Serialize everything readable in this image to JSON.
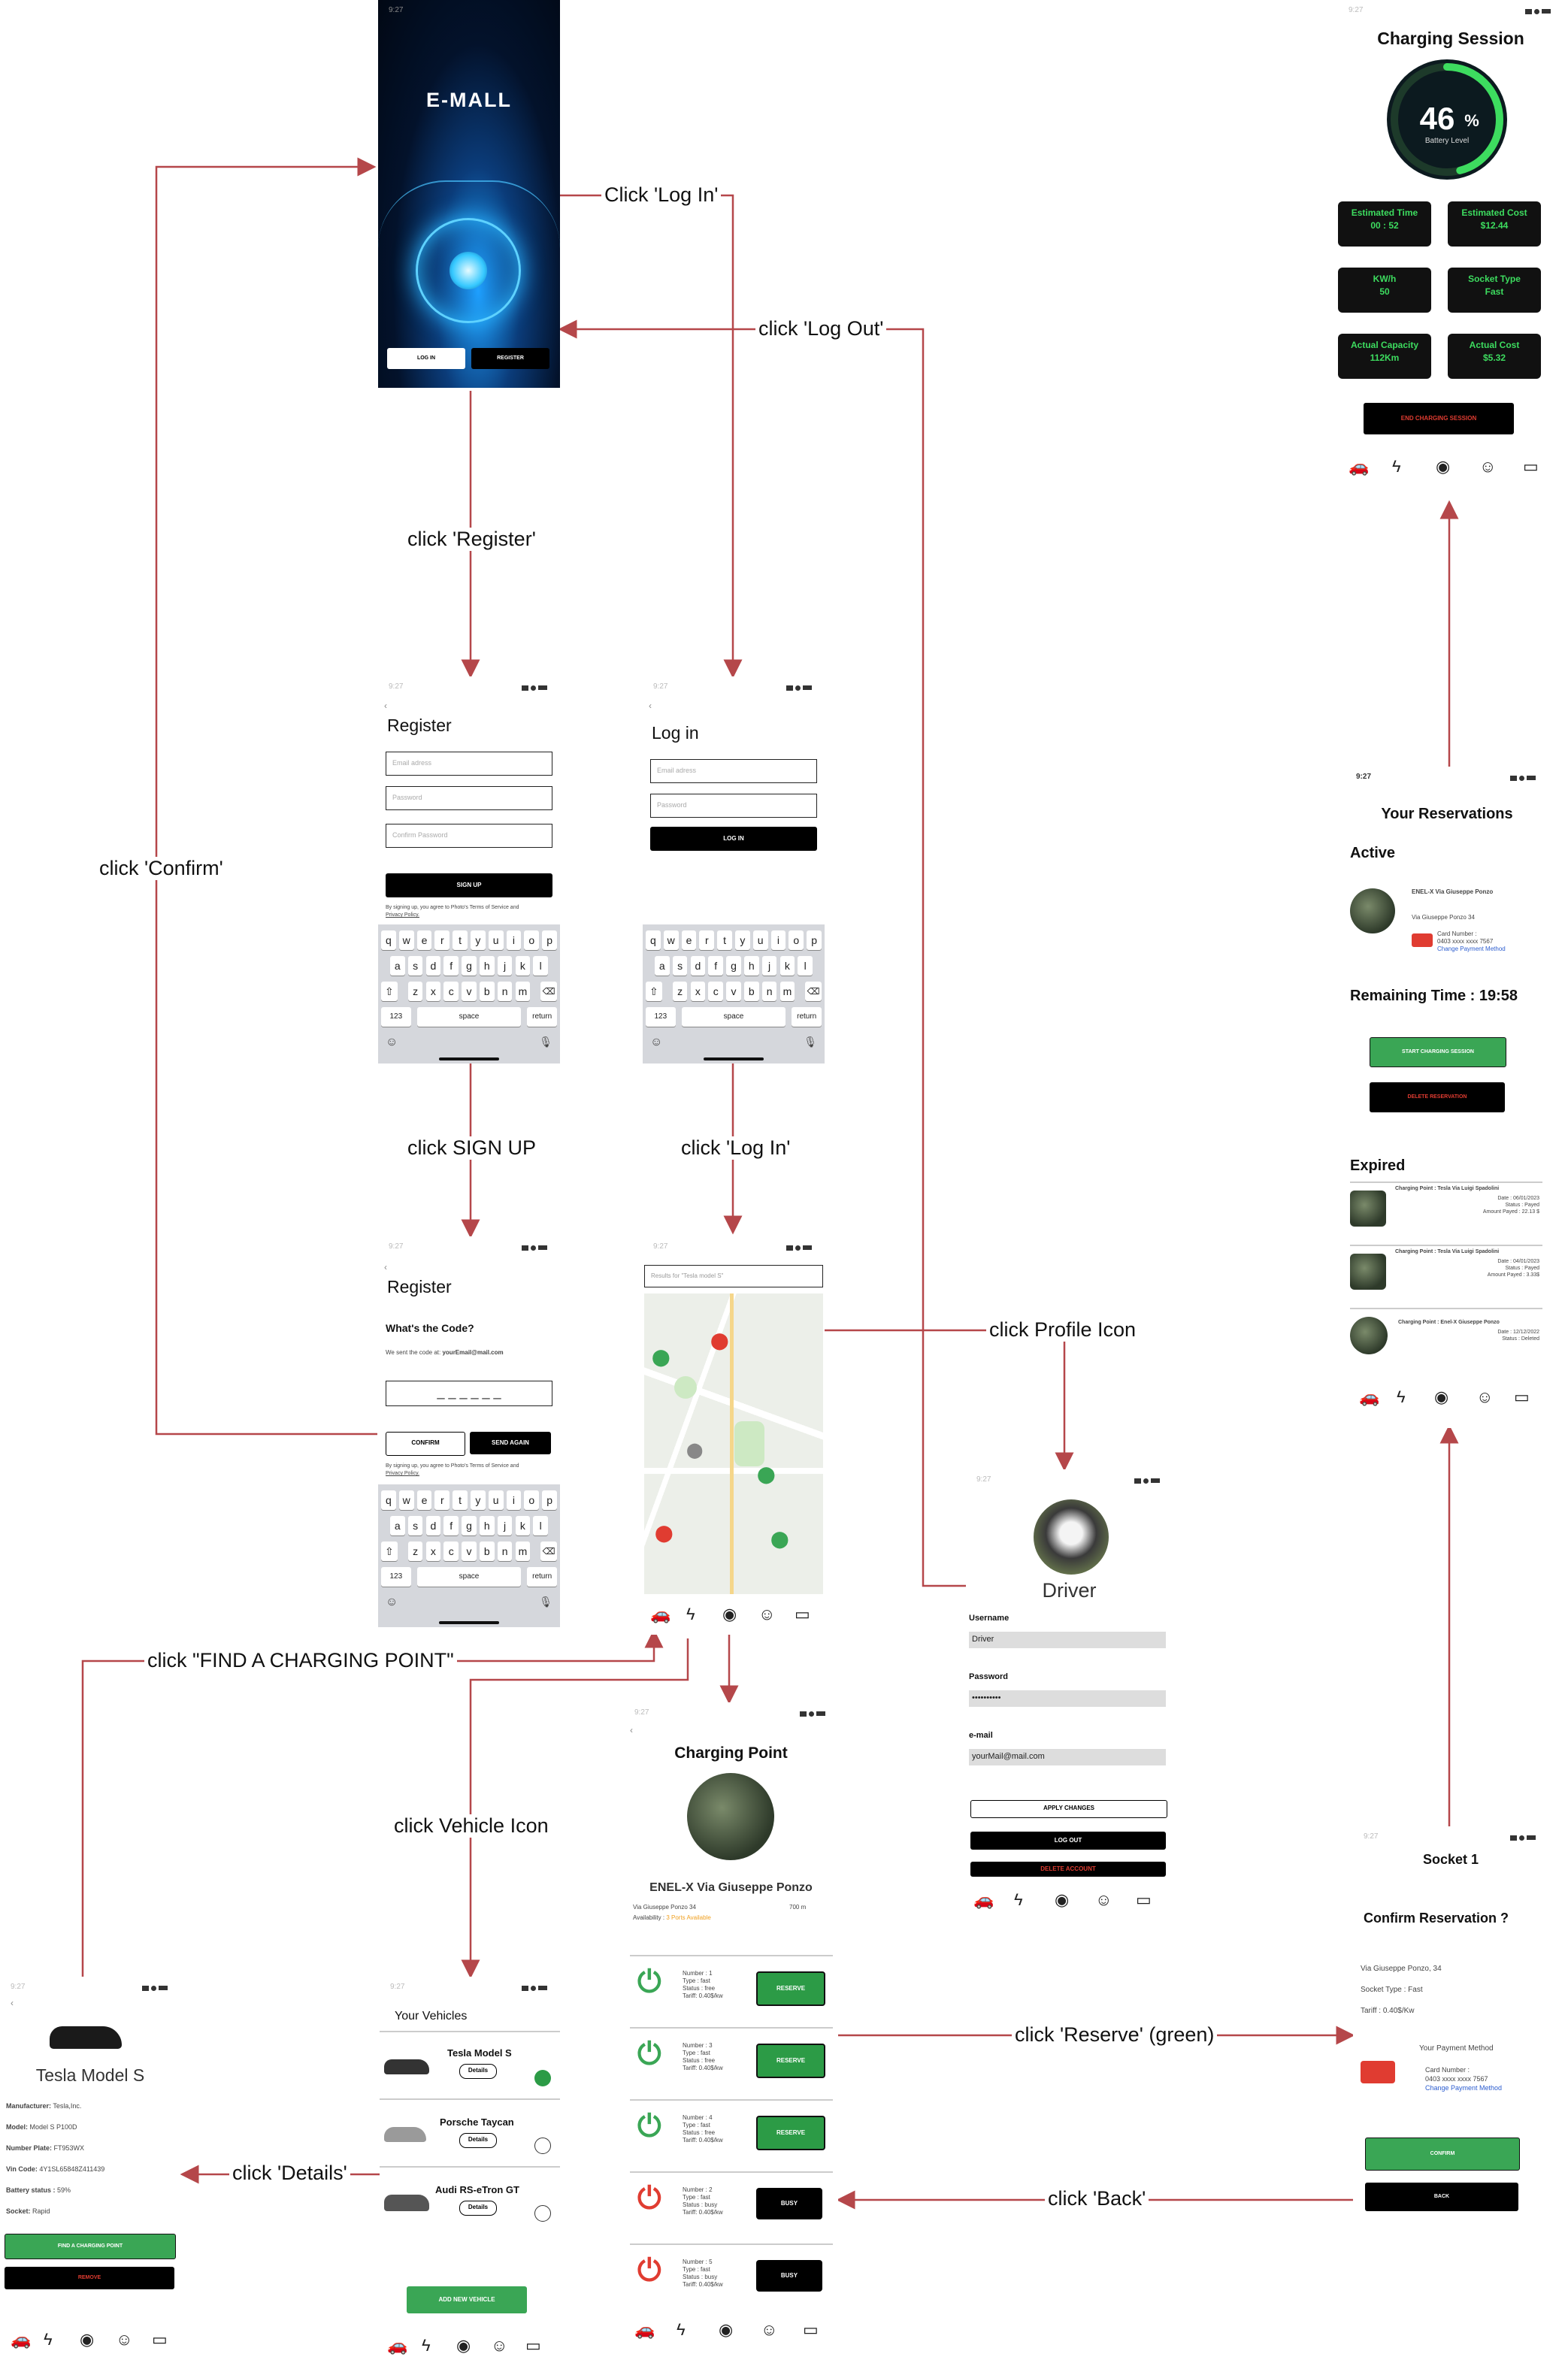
{
  "status_time": "9:27",
  "labels": {
    "click_login_top": "Click 'Log In'",
    "click_logout": "click 'Log Out'",
    "click_register": "click 'Register'",
    "click_confirm": "click 'Confirm'",
    "click_signup": "click SIGN UP",
    "click_login_mid": "click 'Log In'",
    "click_profile": "click Profile Icon",
    "click_find": "click \"FIND A CHARGING POINT\"",
    "click_vehicle": "click Vehicle Icon",
    "click_details": "click 'Details'",
    "click_reserve": "click 'Reserve' (green)",
    "click_back": "click 'Back'"
  },
  "splash": {
    "title": "E-MALL",
    "login": "LOG IN",
    "register": "REGISTER"
  },
  "register": {
    "title": "Register",
    "email_ph": "Email adress",
    "password_ph": "Password",
    "confirm_ph": "Confirm Password",
    "signup": "SIGN UP",
    "terms1": "By signing up, you agree to Photo's Terms of Service and",
    "terms2": "Privacy Policy."
  },
  "login": {
    "title": "Log in",
    "email_ph": "Email adress",
    "password_ph": "Password",
    "button": "LOG IN"
  },
  "keyboard": {
    "row1": [
      "q",
      "w",
      "e",
      "r",
      "t",
      "y",
      "u",
      "i",
      "o",
      "p"
    ],
    "row2": [
      "a",
      "s",
      "d",
      "f",
      "g",
      "h",
      "j",
      "k",
      "l"
    ],
    "row3": [
      "z",
      "x",
      "c",
      "v",
      "b",
      "n",
      "m"
    ],
    "num": "123",
    "space": "space",
    "return": "return",
    "shift": "⇧",
    "del": "⌫",
    "emoji": "☺",
    "mic": "🎙"
  },
  "code": {
    "title": "Register",
    "question": "What's the Code?",
    "sent": "We sent the code at:",
    "email": "yourEmail@mail.com",
    "dashes": "_ _ _ _ _ _",
    "confirm": "CONFIRM",
    "send_again": "SEND AGAIN"
  },
  "map": {
    "search": "Results for \"Tesla model S\""
  },
  "profile": {
    "name": "Driver",
    "username_label": "Username",
    "username": "Driver",
    "password_label": "Password",
    "password": "••••••••••",
    "email_label": "e-mail",
    "email": "yourMail@mail.com",
    "apply": "APPLY CHANGES",
    "logout": "LOG OUT",
    "delete": "DELETE ACCOUNT"
  },
  "charging_point": {
    "title": "Charging Point",
    "name": "ENEL-X Via Giuseppe Ponzo",
    "address": "Via Giuseppe Ponzo 34",
    "distance": "700 m",
    "availability_label": "Availability :",
    "availability": "3 Ports Available",
    "sockets": [
      {
        "num": "Number : 1",
        "type": "Type : fast",
        "status": "Status : free",
        "tariff": "Tariff: 0.40$/kw",
        "btn": "RESERVE",
        "free": true
      },
      {
        "num": "Number : 3",
        "type": "Type : fast",
        "status": "Status : free",
        "tariff": "Tariff: 0.40$/kw",
        "btn": "RESERVE",
        "free": true
      },
      {
        "num": "Number : 4",
        "type": "Type : fast",
        "status": "Status : free",
        "tariff": "Tariff: 0.40$/kw",
        "btn": "RESERVE",
        "free": true
      },
      {
        "num": "Number : 2",
        "type": "Type : fast",
        "status": "Status : busy",
        "tariff": "Tariff: 0.40$/kw",
        "btn": "BUSY",
        "free": false
      },
      {
        "num": "Number : 5",
        "type": "Type : fast",
        "status": "Status : busy",
        "tariff": "Tariff: 0.40$/kw",
        "btn": "BUSY",
        "free": false
      }
    ]
  },
  "vehicles": {
    "title": "Your Vehicles",
    "items": [
      {
        "name": "Tesla Model S",
        "details": "Details"
      },
      {
        "name": "Porsche Taycan",
        "details": "Details"
      },
      {
        "name": "Audi RS-eTron GT",
        "details": "Details"
      }
    ],
    "add": "ADD NEW VEHICLE"
  },
  "vehicle_detail": {
    "name": "Tesla Model S",
    "rows": [
      {
        "k": "Manufacturer:",
        "v": "Tesla,Inc."
      },
      {
        "k": "Model:",
        "v": "Model S P100D"
      },
      {
        "k": "Number Plate:",
        "v": "FT953WX"
      },
      {
        "k": "Vin Code:",
        "v": "4Y1SL65848Z411439"
      },
      {
        "k": "Battery status :",
        "v": "59%"
      },
      {
        "k": "Socket:",
        "v": "Rapid"
      }
    ],
    "find": "FIND A CHARGING POINT",
    "remove": "REMOVE"
  },
  "session": {
    "title": "Charging Session",
    "percent": "46",
    "percent_sign": "%",
    "battery_label": "Battery Level",
    "battery_level": 0.46,
    "boxes": [
      {
        "k": "Estimated Time",
        "v": "00 : 52"
      },
      {
        "k": "Estimated Cost",
        "v": "$12.44"
      },
      {
        "k": "KW/h",
        "v": "50"
      },
      {
        "k": "Socket Type",
        "v": "Fast"
      },
      {
        "k": "Actual Capacity",
        "v": "112Km"
      },
      {
        "k": "Actual Cost",
        "v": "$5.32"
      }
    ],
    "end": "END CHARGING SESSION"
  },
  "reservations": {
    "title": "Your Reservations",
    "active": "Active",
    "active_name": "ENEL-X Via Giuseppe Ponzo",
    "active_addr": "Via Giuseppe Ponzo 34",
    "card_label": "Card Number :",
    "card": "0403 xxxx xxxx 7567",
    "change": "Change Payment Method",
    "remaining": "Remaining Time : 19:58",
    "start": "START CHARGING SESSION",
    "delete": "DELETE RESERVATION",
    "expired": "Expired",
    "expired_items": [
      {
        "name": "Charging Point : Tesla Via Luigi Spadolini",
        "date": "Date : 06/01/2023",
        "status": "Status : Payed",
        "amount": "Amount Payed : 22.13 $"
      },
      {
        "name": "Charging Point : Tesla Via Luigi Spadolini",
        "date": "Date : 04/01/2023",
        "status": "Status : Payed",
        "amount": "Amount Payed : 3.33$"
      },
      {
        "name": "Charging Point : Enel-X Giuseppe Ponzo",
        "date": "Date : 12/12/2022",
        "status": "Status : Deleted",
        "amount": ""
      }
    ]
  },
  "confirm": {
    "socket": "Socket 1",
    "question": "Confirm Reservation ?",
    "address": "Via Giuseppe Ponzo, 34",
    "socket_type": "Socket Type : Fast",
    "tariff": "Tariff : 0.40$/Kw",
    "payment": "Your Payment Method",
    "card_label": "Card Number :",
    "card": "0403 xxxx xxxx 7567",
    "change": "Change Payment Method",
    "confirm": "CONFIRM",
    "back": "BACK"
  },
  "nav_icons": [
    "car-icon",
    "bolt-icon",
    "pin-icon",
    "user-icon",
    "card-icon"
  ],
  "colors": {
    "arrow": "#b5474a",
    "green": "#3aa655",
    "neon": "#3ddc5f",
    "red": "#e03c31"
  }
}
